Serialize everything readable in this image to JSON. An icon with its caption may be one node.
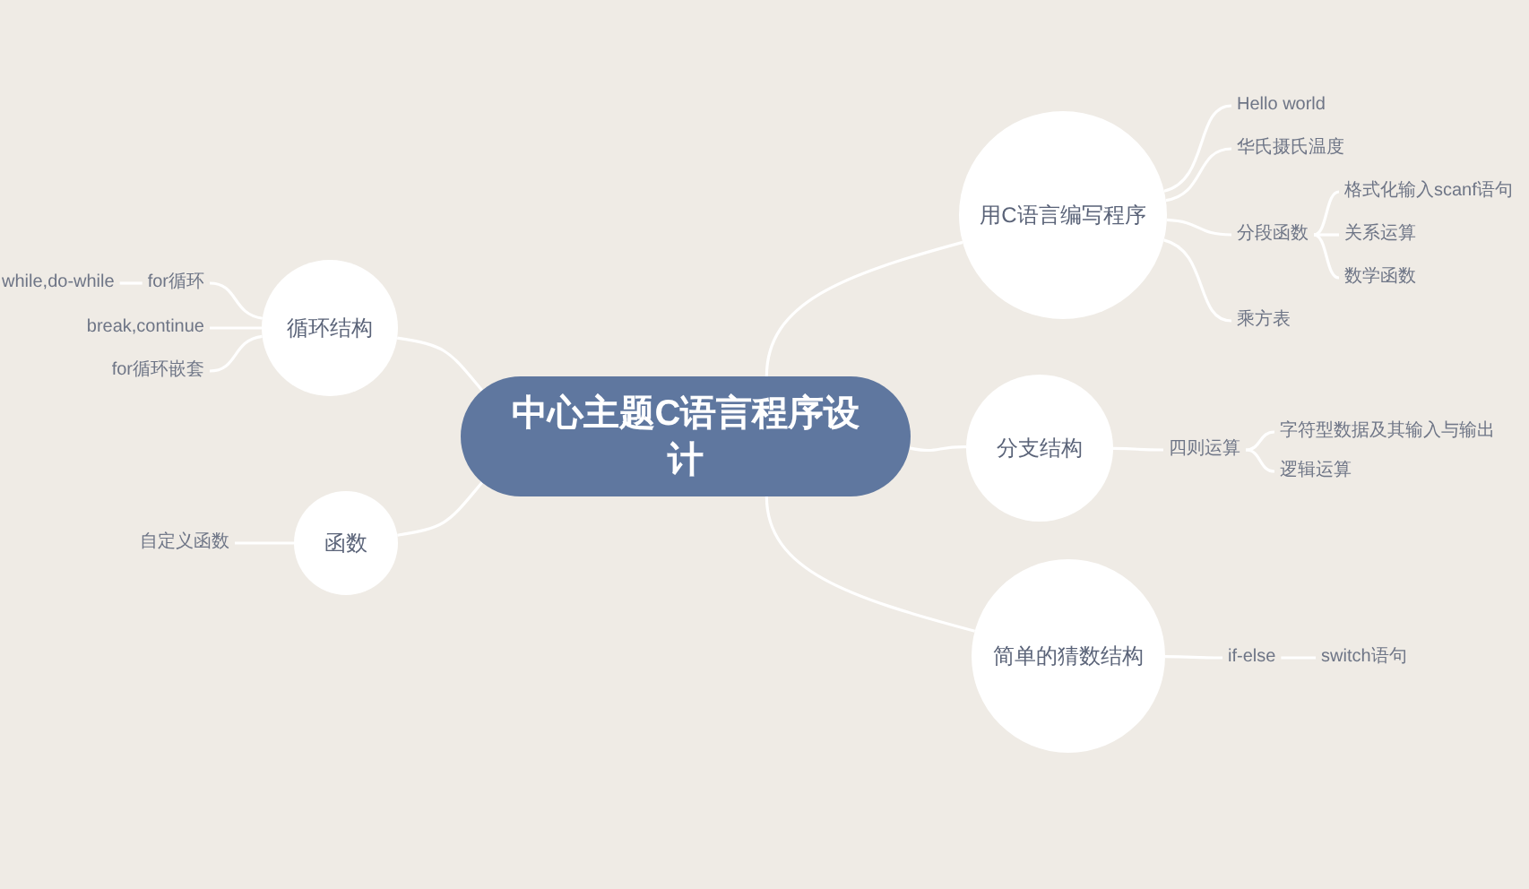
{
  "diagram": {
    "nodes": [
      {
        "text": [
          "中心主题C语言程序设计"
        ]
      },
      {
        "text": [
          "用C语言编写程序"
        ]
      },
      {
        "text": [
          "Hello world"
        ]
      },
      {
        "text": [
          "华氏摄氏温度"
        ]
      },
      {
        "text": [
          "分段函数"
        ]
      },
      {
        "text": [
          "格式化输入scanf语句"
        ]
      },
      {
        "text": [
          "关系运算"
        ]
      },
      {
        "text": [
          "数学函数"
        ]
      },
      {
        "text": [
          "乘方表"
        ]
      },
      {
        "text": [
          "分支结构"
        ]
      },
      {
        "text": [
          "四则运算"
        ]
      },
      {
        "text": [
          "字符型数据及其输入与输出"
        ]
      },
      {
        "text": [
          "逻辑运算"
        ]
      },
      {
        "text": [
          "简单的猜数结构"
        ]
      },
      {
        "text": [
          "if-else"
        ]
      },
      {
        "text": [
          "switch语句"
        ]
      },
      {
        "text": [
          "循环结构"
        ]
      },
      {
        "text": [
          "for循环"
        ]
      },
      {
        "text": [
          "while,do-while"
        ]
      },
      {
        "text": [
          "break,continue"
        ]
      },
      {
        "text": [
          "for循环嵌套"
        ]
      },
      {
        "text": [
          "函数"
        ]
      },
      {
        "text": [
          "自定义函数"
        ]
      }
    ],
    "edges": [
      {
        "from": 0,
        "to": 1,
        "arrow": "none"
      },
      {
        "from": 1,
        "to": 2,
        "arrow": "none"
      },
      {
        "from": 1,
        "to": 3,
        "arrow": "none"
      },
      {
        "from": 1,
        "to": 4,
        "arrow": "none"
      },
      {
        "from": 4,
        "to": 5,
        "arrow": "none"
      },
      {
        "from": 4,
        "to": 6,
        "arrow": "none"
      },
      {
        "from": 4,
        "to": 7,
        "arrow": "none"
      },
      {
        "from": 1,
        "to": 8,
        "arrow": "none"
      },
      {
        "from": 0,
        "to": 9,
        "arrow": "none"
      },
      {
        "from": 9,
        "to": 10,
        "arrow": "none"
      },
      {
        "from": 10,
        "to": 11,
        "arrow": "none"
      },
      {
        "from": 10,
        "to": 12,
        "arrow": "none"
      },
      {
        "from": 0,
        "to": 13,
        "arrow": "none"
      },
      {
        "from": 13,
        "to": 14,
        "arrow": "none"
      },
      {
        "from": 14,
        "to": 15,
        "arrow": "none"
      },
      {
        "from": 0,
        "to": 16,
        "arrow": "none"
      },
      {
        "from": 16,
        "to": 17,
        "arrow": "none"
      },
      {
        "from": 17,
        "to": 18,
        "arrow": "none"
      },
      {
        "from": 16,
        "to": 19,
        "arrow": "none"
      },
      {
        "from": 16,
        "to": 20,
        "arrow": "none"
      },
      {
        "from": 0,
        "to": 21,
        "arrow": "none"
      },
      {
        "from": 21,
        "to": 22,
        "arrow": "none"
      }
    ]
  }
}
